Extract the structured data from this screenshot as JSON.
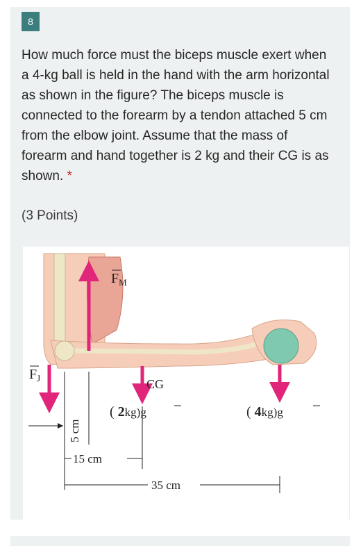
{
  "question": {
    "number": "8",
    "text": "How much force must the biceps muscle exert when a 4-kg ball is held in the hand with the arm horizontal as shown in the figure? The biceps muscle is connected to the forearm by a tendon attached 5 cm from the elbow joint. Assume that the mass of forearm and hand together is 2 kg and their CG is as shown.",
    "required_mark": "*",
    "points": "(3 Points)"
  },
  "figure": {
    "label_fm": "F",
    "label_fm_sub": "M",
    "label_fj": "F",
    "label_fj_sub": "J",
    "label_cg": "CG",
    "label_forearm_mass_open": "(",
    "label_forearm_mass": "2",
    "label_forearm_unit": "kg)",
    "label_g": "g",
    "label_ball_mass_open": "(",
    "label_ball_mass": "4",
    "label_ball_unit": "kg)",
    "label_5cm": "5 cm",
    "label_15cm": "15 cm",
    "label_35cm": "35 cm"
  },
  "colors": {
    "badge": "#3c7e7d",
    "card_bg": "#eef1f1",
    "arrow": "#e0257a",
    "required": "#c4262e",
    "ball": "#7fc9b1"
  }
}
